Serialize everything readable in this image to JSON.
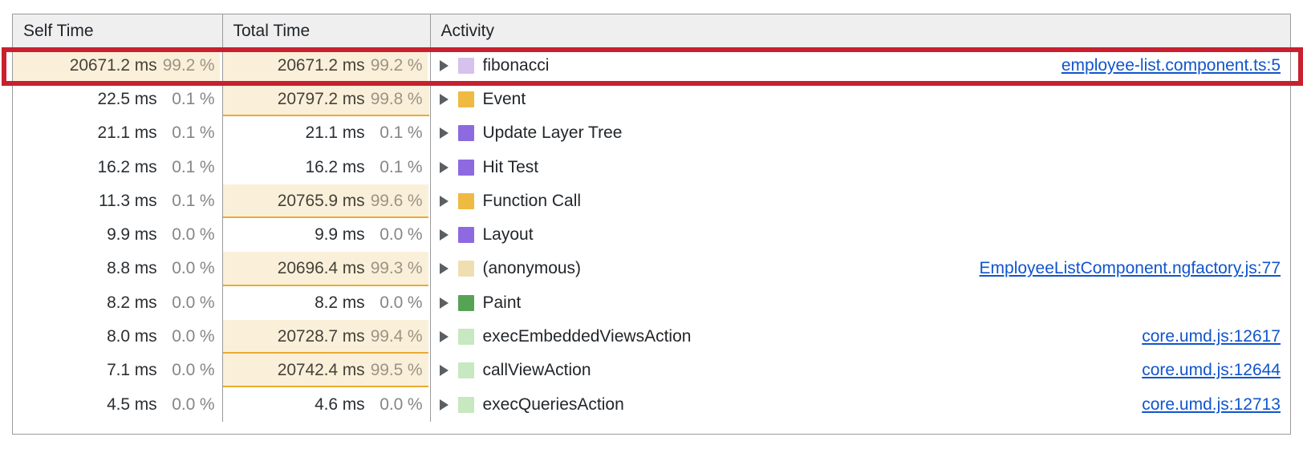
{
  "table": {
    "columns": [
      {
        "key": "self_time",
        "label": "Self Time"
      },
      {
        "key": "total_time",
        "label": "Total Time"
      },
      {
        "key": "activity",
        "label": "Activity"
      }
    ],
    "rows": [
      {
        "self_ms": "20671.2 ms",
        "self_pct": "99.2 %",
        "self_bar_pct": 99.2,
        "self_bar": true,
        "total_ms": "20671.2 ms",
        "total_pct": "99.2 %",
        "total_bar_pct": 99.2,
        "total_bar": true,
        "activity": "fibonacci",
        "swatch_color": "#d6c2ed",
        "link": "employee-list.component.ts:5",
        "highlighted": true
      },
      {
        "self_ms": "22.5 ms",
        "self_pct": "0.1 %",
        "self_bar_pct": 0.1,
        "self_bar": false,
        "total_ms": "20797.2 ms",
        "total_pct": "99.8 %",
        "total_bar_pct": 99.8,
        "total_bar": true,
        "activity": "Event",
        "swatch_color": "#eeba41",
        "link": "",
        "highlighted": false
      },
      {
        "self_ms": "21.1 ms",
        "self_pct": "0.1 %",
        "self_bar_pct": 0.1,
        "self_bar": false,
        "total_ms": "21.1 ms",
        "total_pct": "0.1 %",
        "total_bar_pct": 0.1,
        "total_bar": false,
        "activity": "Update Layer Tree",
        "swatch_color": "#8d6ae0",
        "link": "",
        "highlighted": false
      },
      {
        "self_ms": "16.2 ms",
        "self_pct": "0.1 %",
        "self_bar_pct": 0.1,
        "self_bar": false,
        "total_ms": "16.2 ms",
        "total_pct": "0.1 %",
        "total_bar_pct": 0.1,
        "total_bar": false,
        "activity": "Hit Test",
        "swatch_color": "#8d6ae0",
        "link": "",
        "highlighted": false
      },
      {
        "self_ms": "11.3 ms",
        "self_pct": "0.1 %",
        "self_bar_pct": 0.1,
        "self_bar": false,
        "total_ms": "20765.9 ms",
        "total_pct": "99.6 %",
        "total_bar_pct": 99.6,
        "total_bar": true,
        "activity": "Function Call",
        "swatch_color": "#eeba41",
        "link": "",
        "highlighted": false
      },
      {
        "self_ms": "9.9 ms",
        "self_pct": "0.0 %",
        "self_bar_pct": 0.0,
        "self_bar": false,
        "total_ms": "9.9 ms",
        "total_pct": "0.0 %",
        "total_bar_pct": 0.0,
        "total_bar": false,
        "activity": "Layout",
        "swatch_color": "#8d6ae0",
        "link": "",
        "highlighted": false
      },
      {
        "self_ms": "8.8 ms",
        "self_pct": "0.0 %",
        "self_bar_pct": 0.0,
        "self_bar": false,
        "total_ms": "20696.4 ms",
        "total_pct": "99.3 %",
        "total_bar_pct": 99.3,
        "total_bar": true,
        "activity": "(anonymous)",
        "swatch_color": "#efdfb0",
        "link": "EmployeeListComponent.ngfactory.js:77",
        "highlighted": false
      },
      {
        "self_ms": "8.2 ms",
        "self_pct": "0.0 %",
        "self_bar_pct": 0.0,
        "self_bar": false,
        "total_ms": "8.2 ms",
        "total_pct": "0.0 %",
        "total_bar_pct": 0.0,
        "total_bar": false,
        "activity": "Paint",
        "swatch_color": "#56a355",
        "link": "",
        "highlighted": false
      },
      {
        "self_ms": "8.0 ms",
        "self_pct": "0.0 %",
        "self_bar_pct": 0.0,
        "self_bar": false,
        "total_ms": "20728.7 ms",
        "total_pct": "99.4 %",
        "total_bar_pct": 99.4,
        "total_bar": true,
        "activity": "execEmbeddedViewsAction",
        "swatch_color": "#c7e8c0",
        "link": "core.umd.js:12617",
        "highlighted": false
      },
      {
        "self_ms": "7.1 ms",
        "self_pct": "0.0 %",
        "self_bar_pct": 0.0,
        "self_bar": false,
        "total_ms": "20742.4 ms",
        "total_pct": "99.5 %",
        "total_bar_pct": 99.5,
        "total_bar": true,
        "activity": "callViewAction",
        "swatch_color": "#c7e8c0",
        "link": "core.umd.js:12644",
        "highlighted": false
      },
      {
        "self_ms": "4.5 ms",
        "self_pct": "0.0 %",
        "self_bar_pct": 0.0,
        "self_bar": false,
        "total_ms": "4.6 ms",
        "total_pct": "0.0 %",
        "total_bar_pct": 0.0,
        "total_bar": false,
        "activity": "execQueriesAction",
        "swatch_color": "#c7e8c0",
        "link": "core.umd.js:12713",
        "highlighted": false
      }
    ]
  },
  "annotation": {
    "highlight_color": "#c8202e",
    "highlighted_row_index": 0
  },
  "colors": {
    "bar_fill": "#faf0da",
    "bar_underline": "#eaab32",
    "link": "#1155cc",
    "header_bg": "#efefef",
    "border": "#9a9a9a"
  },
  "icons": {
    "disclosure": "triangle-right-icon",
    "swatch": "color-swatch-icon"
  }
}
